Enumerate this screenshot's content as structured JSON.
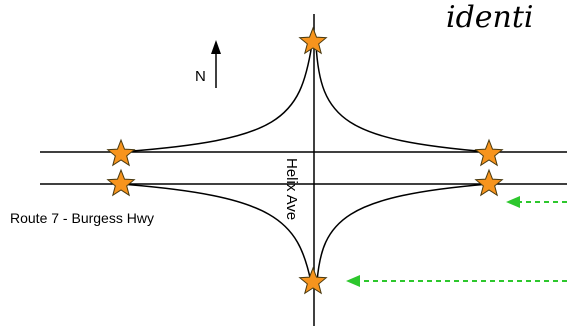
{
  "heading": "identi",
  "north_label": "N",
  "route_label": "Route 7 - Burgess Hwy",
  "street_label": "Helix Ave",
  "colors": {
    "star_fill": "#F7941D",
    "star_stroke": "#4A3A10",
    "arrow": "#2DC72D",
    "line": "#000000"
  }
}
